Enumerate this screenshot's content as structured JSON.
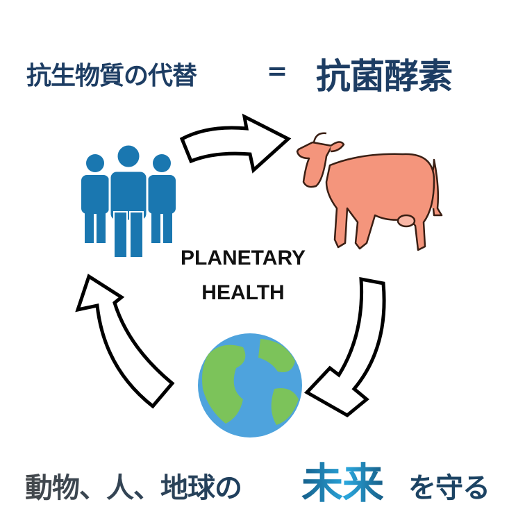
{
  "header": {
    "left_text": "抗生物質の代替",
    "equals": "=",
    "right_text": "抗菌酵素"
  },
  "center": {
    "line1": "PLANETARY",
    "line2": "HEALTH"
  },
  "footer": {
    "part1": "動物、人、地球の",
    "highlight": "未来",
    "part2": "を守る"
  },
  "icons": [
    "people-icon",
    "cow-icon",
    "earth-globe-icon",
    "cycle-arrow-icon"
  ],
  "colors": {
    "title": "#1d3d63",
    "people": "#1a77b0",
    "cow": "#f4957c",
    "ocean": "#4ea3dd",
    "land": "#7cc35a"
  }
}
